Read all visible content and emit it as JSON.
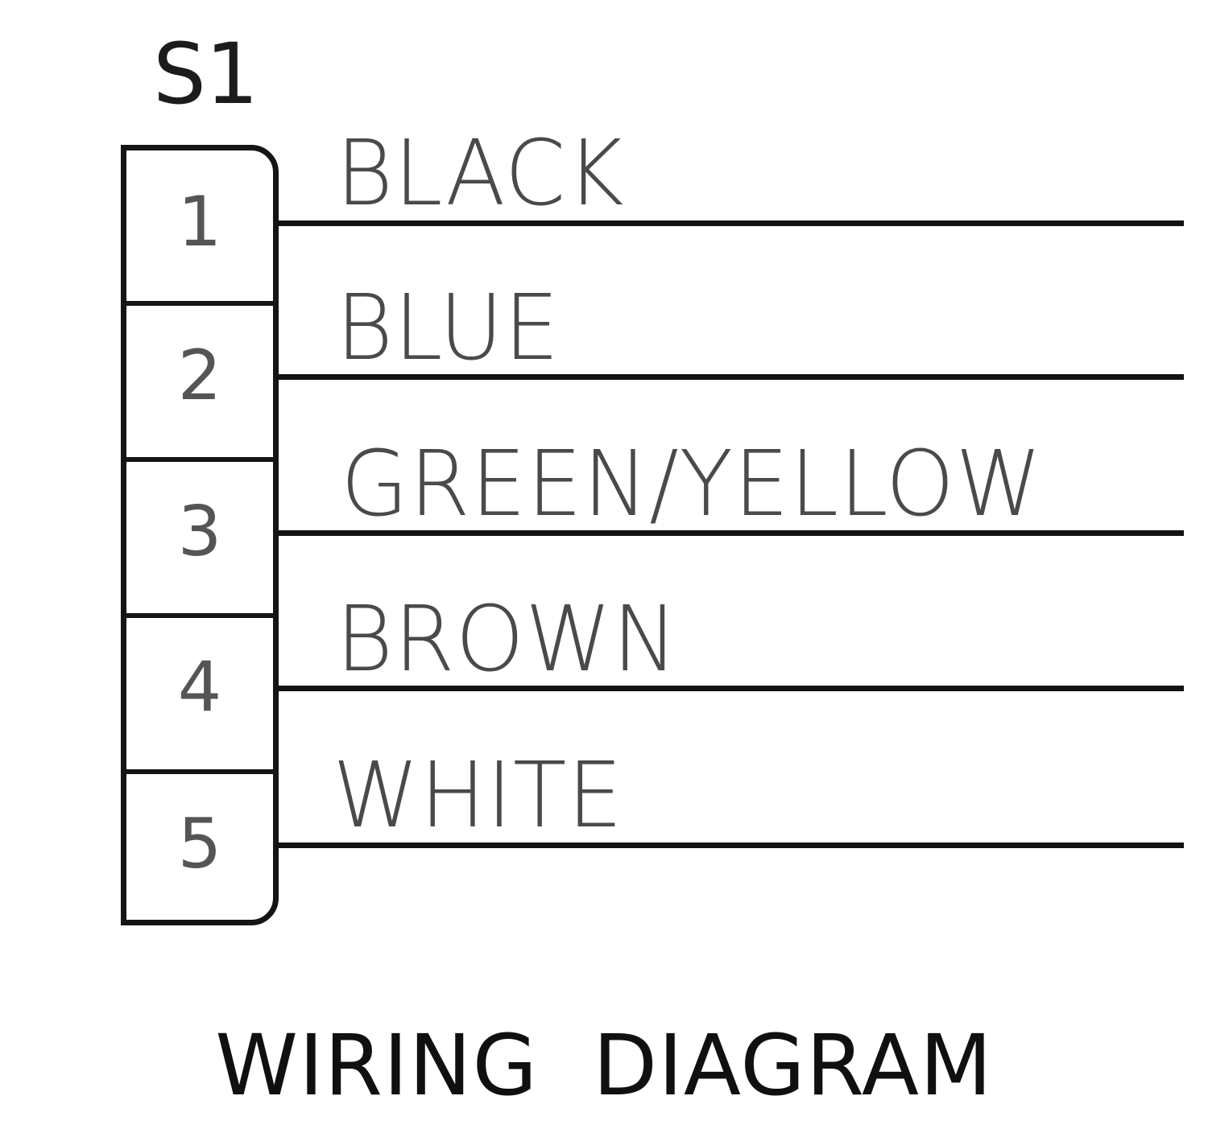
{
  "diagram": {
    "caption": "WIRING  DIAGRAM",
    "connector": {
      "designator": "S1",
      "terminals": [
        {
          "number": "1",
          "wire_label": "BLACK"
        },
        {
          "number": "2",
          "wire_label": "BLUE"
        },
        {
          "number": "3",
          "wire_label": "GREEN/YELLOW"
        },
        {
          "number": "4",
          "wire_label": "BROWN"
        },
        {
          "number": "5",
          "wire_label": "WHITE"
        }
      ]
    },
    "colors": {
      "line": "#121212",
      "designator_text": "#1c1c1c",
      "terminal_text": "#555555",
      "wire_label_text": "#4a4a4a",
      "caption_text": "#101010",
      "background": "#ffffff"
    }
  }
}
